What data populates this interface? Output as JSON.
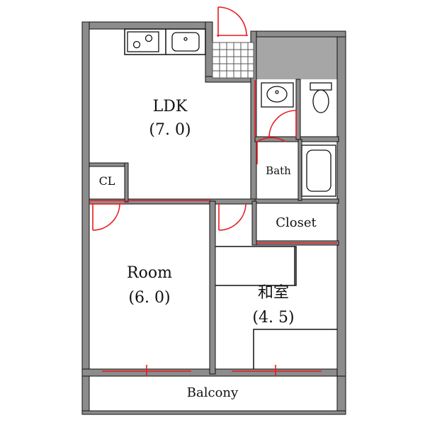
{
  "rooms": {
    "ldk": {
      "name": "LDK",
      "size": "(7. 0)"
    },
    "room": {
      "name": "Room",
      "size": "(6. 0)"
    },
    "washitsu": {
      "name": "和室",
      "size": "(4. 5)"
    },
    "closet_small": {
      "name": "CL"
    },
    "bath": {
      "name": "Bath"
    },
    "closet": {
      "name": "Closet"
    },
    "balcony": {
      "name": "Balcony"
    }
  },
  "colors": {
    "wall": "#8c8c8c",
    "wall_outline": "#111111",
    "door": "#e8191e",
    "gray_area": "#a6a6a6"
  },
  "icons": [
    "stove-icon",
    "kitchen-sink-icon",
    "wash-basin-icon",
    "toilet-icon",
    "bathtub-icon"
  ]
}
